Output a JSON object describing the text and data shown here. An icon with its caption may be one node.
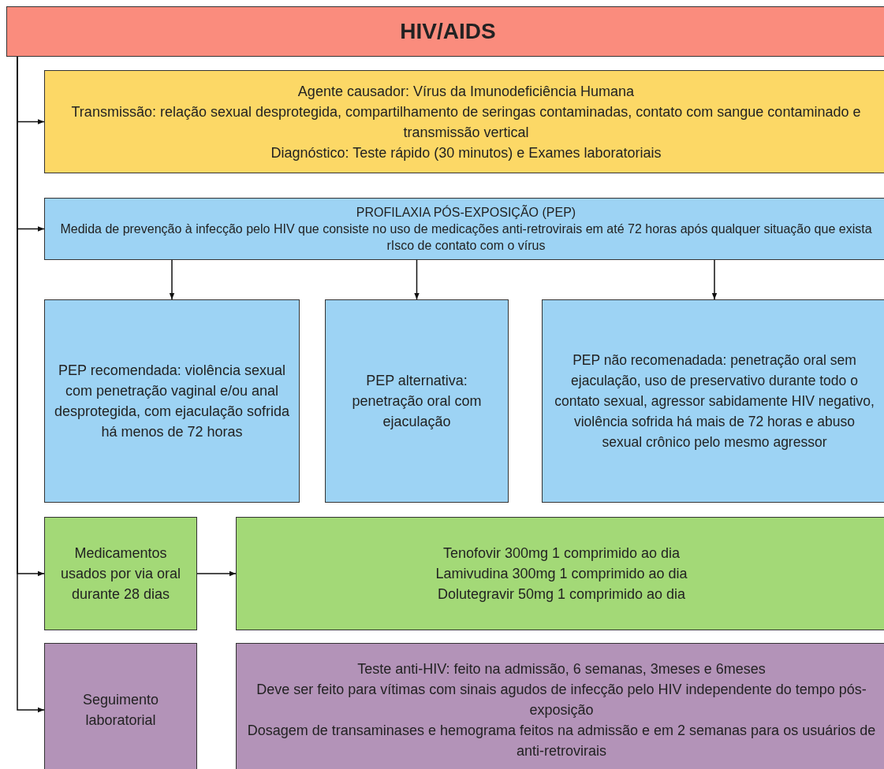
{
  "diagram": {
    "nodes": [
      {
        "text": [
          "HIV/AIDS"
        ]
      },
      {
        "text": [
          "Agente causador: Vírus da Imunodeficiência Humana",
          "Transmissão: relação sexual desprotegida, compartilhamento de seringas contaminadas, contato com sangue contaminado e transmissão vertical",
          "Diagnóstico: Teste rápido (30 minutos) e Exames laboratoriais"
        ]
      },
      {
        "text": [
          "PROFILAXIA PÓS-EXPOSIÇÃO (PEP)",
          "Medida de prevenção à infecção pelo HIV que consiste no uso de medicações anti-retrovirais em até 72 horas após qualquer situação que exista rIsco de contato com o vírus"
        ]
      },
      {
        "text": [
          "PEP recomendada: violência sexual com penetração vaginal e/ou anal desprotegida, com ejaculação sofrida há menos de 72 horas"
        ]
      },
      {
        "text": [
          "PEP alternativa: penetração oral com ejaculação"
        ]
      },
      {
        "text": [
          "PEP não recomenadada: penetração oral sem ejaculação, uso de preservativo durante todo o contato sexual, agressor sabidamente HIV negativo, violência sofrida há mais de 72 horas e abuso sexual crônico pelo mesmo agressor"
        ]
      },
      {
        "text": [
          "Medicamentos usados por via oral durante 28 dias"
        ]
      },
      {
        "text": [
          "Tenofovir 300mg 1 comprimido ao dia",
          "Lamivudina 300mg 1 comprimido ao dia",
          "Dolutegravir 50mg 1 comprimido ao dia"
        ]
      },
      {
        "text": [
          "Seguimento laboratorial"
        ]
      },
      {
        "text": [
          "Teste anti-HIV: feito na admissão, 6 semanas, 3meses e 6meses",
          "Deve ser feito para vítimas com sinais agudos de infecção pelo HIV independente do tempo pós-exposição",
          "Dosagem de transaminases e hemograma feitos na admissão e em 2 semanas para os usuários de anti-retrovirais"
        ]
      }
    ],
    "edges": [
      {
        "from": 0,
        "to": 1,
        "arrow": "to"
      },
      {
        "from": 0,
        "to": 2,
        "arrow": "to"
      },
      {
        "from": 0,
        "to": 6,
        "arrow": "to"
      },
      {
        "from": 0,
        "to": 8,
        "arrow": "to"
      },
      {
        "from": 2,
        "to": 3,
        "arrow": "to"
      },
      {
        "from": 2,
        "to": 4,
        "arrow": "to"
      },
      {
        "from": 2,
        "to": 5,
        "arrow": "to"
      },
      {
        "from": 6,
        "to": 7,
        "arrow": "to"
      }
    ]
  }
}
